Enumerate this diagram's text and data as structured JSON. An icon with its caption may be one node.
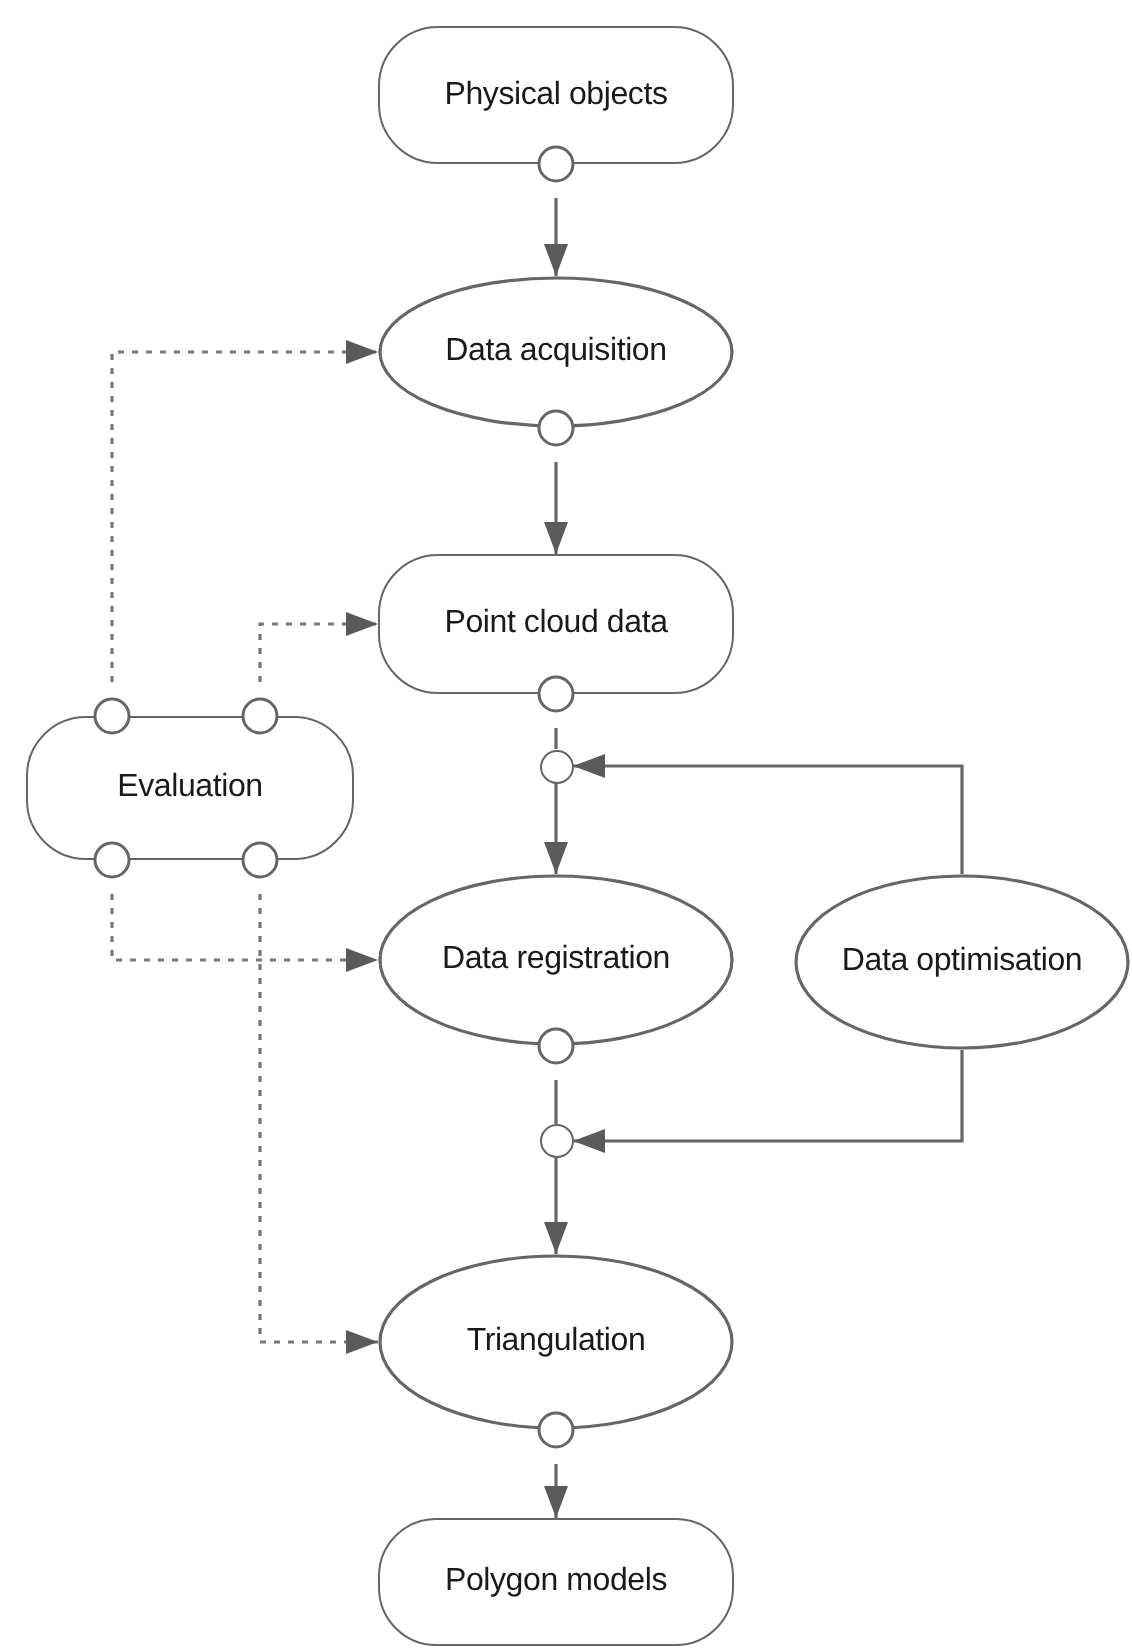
{
  "diagram": {
    "nodes": [
      {
        "text": [
          "Physical objects"
        ]
      },
      {
        "text": [
          "Data acquisition"
        ]
      },
      {
        "text": [
          "Point cloud data"
        ]
      },
      {
        "text": [
          "Evaluation"
        ]
      },
      {
        "text": [],
        "shape": "circle"
      },
      {
        "text": [
          "Data registration"
        ]
      },
      {
        "text": [
          "Data optimisation"
        ]
      },
      {
        "text": [],
        "shape": "circle"
      },
      {
        "text": [
          "Triangulation"
        ]
      },
      {
        "text": [
          "Polygon models"
        ]
      }
    ],
    "edges": [
      {
        "from": 0,
        "to": 1,
        "arrow": "to"
      },
      {
        "from": 1,
        "to": 2,
        "arrow": "to"
      },
      {
        "from": 2,
        "to": 4,
        "arrow": "none"
      },
      {
        "from": 6,
        "to": 4,
        "arrow": "to"
      },
      {
        "from": 4,
        "to": 5,
        "arrow": "to"
      },
      {
        "from": 5,
        "to": 7,
        "arrow": "none"
      },
      {
        "from": 6,
        "to": 7,
        "arrow": "to"
      },
      {
        "from": 7,
        "to": 8,
        "arrow": "to"
      },
      {
        "from": 8,
        "to": 9,
        "arrow": "to"
      },
      {
        "from": 3,
        "to": 1,
        "arrow": "to",
        "style": "dashed"
      },
      {
        "from": 3,
        "to": 2,
        "arrow": "to",
        "style": "dashed"
      },
      {
        "from": 3,
        "to": 5,
        "arrow": "to",
        "style": "dashed"
      },
      {
        "from": 3,
        "to": 8,
        "arrow": "to",
        "style": "dashed"
      }
    ]
  }
}
